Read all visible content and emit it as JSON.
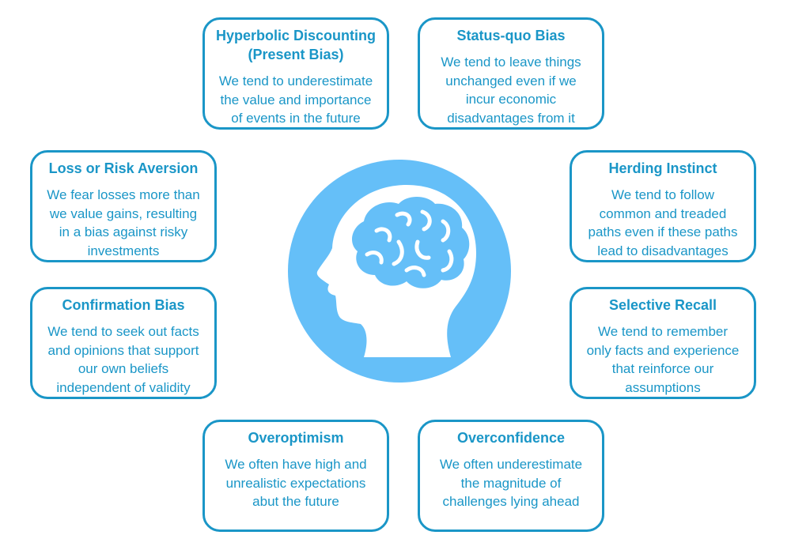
{
  "center": {
    "icon": "head-with-brain-icon",
    "circle_color": "#65bff8"
  },
  "accent_color": "#1a96c7",
  "biases": [
    {
      "title": "Hyperbolic Discounting\n(Present Bias)",
      "description": "We tend to underestimate\nthe value and importance\nof events in the future"
    },
    {
      "title": "Status-quo Bias",
      "description": "We tend to leave things\nunchanged even if we\nincur economic\ndisadvantages from it"
    },
    {
      "title": "Loss or Risk Aversion",
      "description": "We fear losses more than\nwe value gains, resulting\nin a bias against risky\ninvestments"
    },
    {
      "title": "Herding Instinct",
      "description": "We tend to follow\ncommon and treaded\npaths even if these paths\nlead to disadvantages"
    },
    {
      "title": "Confirmation Bias",
      "description": "We tend to seek out facts\nand opinions that support\nour own beliefs\nindependent of validity"
    },
    {
      "title": "Selective Recall",
      "description": "We tend to remember\nonly facts and experience\nthat reinforce our\nassumptions"
    },
    {
      "title": "Overoptimism",
      "description": "We often have high and\nunrealistic expectations\nabut the future"
    },
    {
      "title": "Overconfidence",
      "description": "We often underestimate\nthe magnitude of\nchallenges lying ahead"
    }
  ]
}
